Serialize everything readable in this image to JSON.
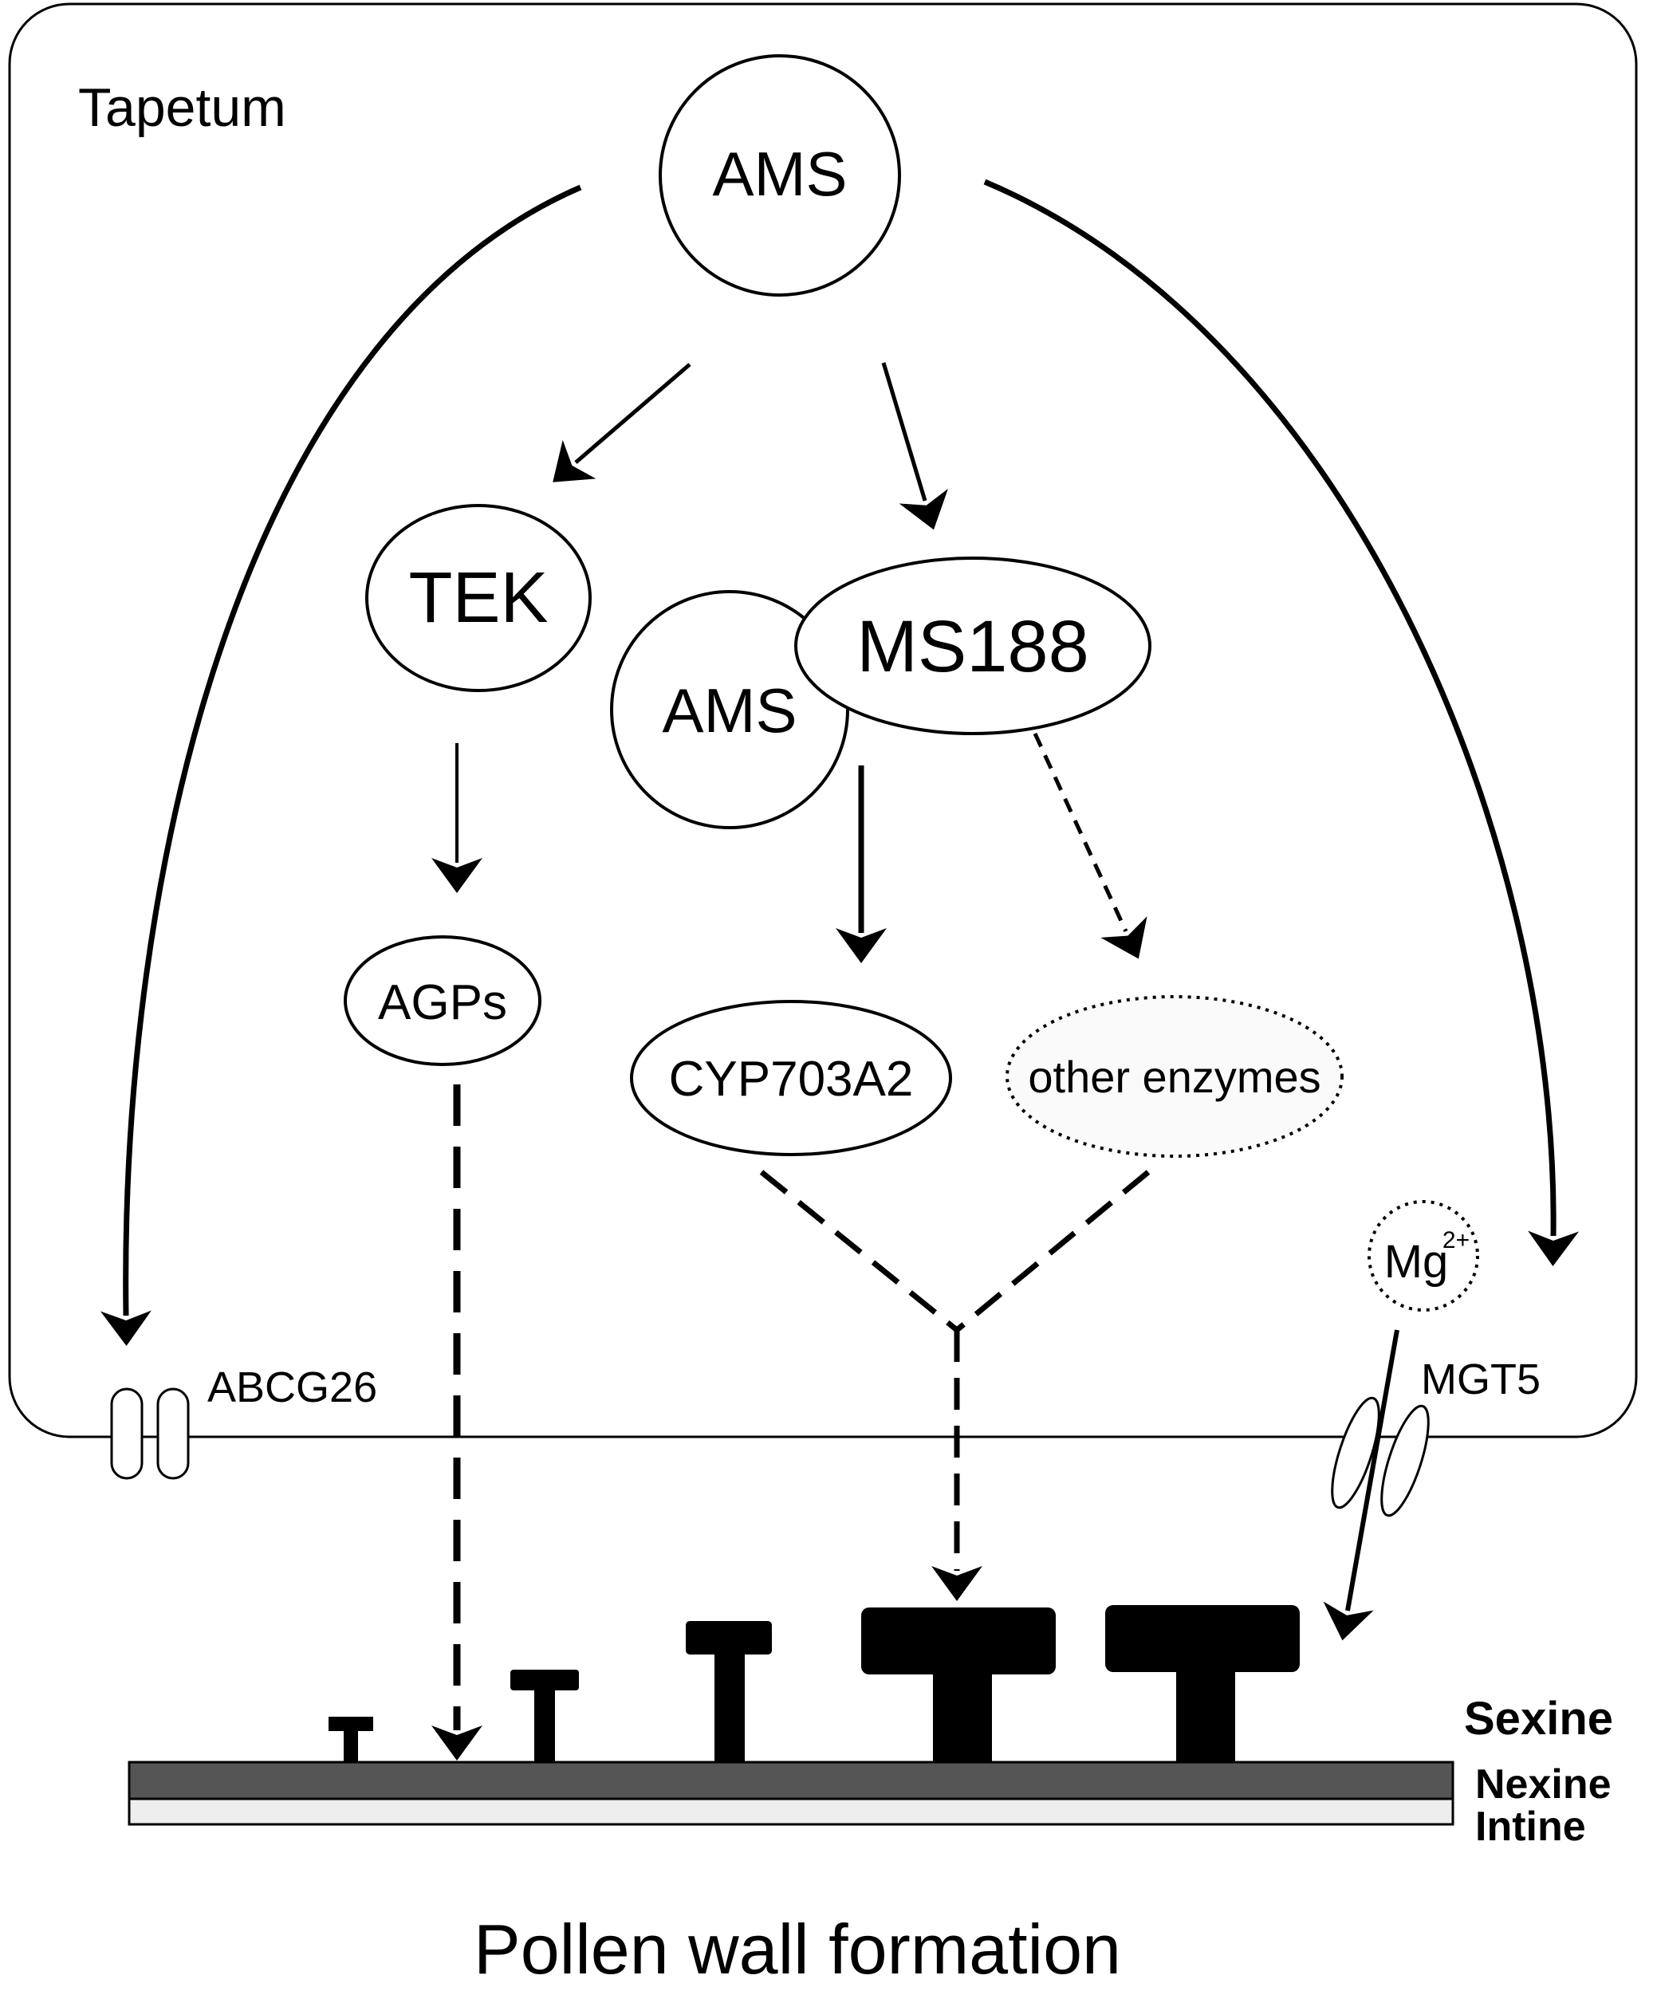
{
  "labels": {
    "region": "Tapetum",
    "ams_top": "AMS",
    "tek": "TEK",
    "ams_complex": "AMS",
    "ms188": "MS188",
    "agps": "AGPs",
    "cyp703a2": "CYP703A2",
    "other_enzymes": "other enzymes",
    "mg": "Mg",
    "mg_charge": "2+",
    "abcg26": "ABCG26",
    "mgt5": "MGT5",
    "sexine": "Sexine",
    "nexine": "Nexine",
    "intine": "Intine",
    "title": "Pollen wall formation"
  },
  "colors": {
    "ink": "#000000",
    "nexine": "#555555",
    "intine": "#eeeeee",
    "background": "#ffffff"
  }
}
